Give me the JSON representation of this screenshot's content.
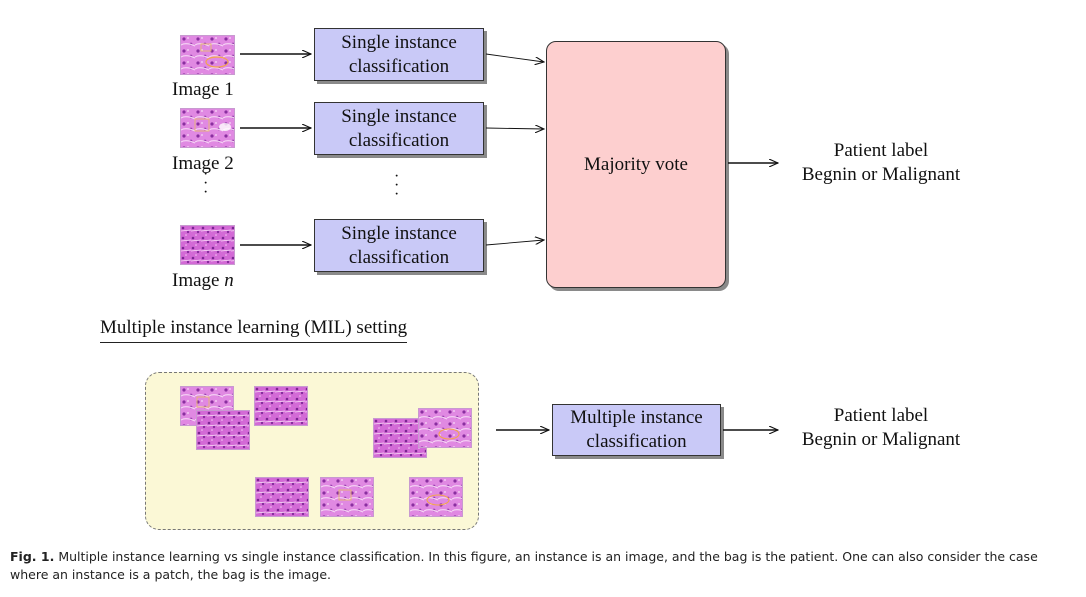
{
  "top": {
    "image_labels": [
      "Image 1",
      "Image 2",
      "Image n"
    ],
    "image_n_prefix": "Image ",
    "image_n_var": "n",
    "single_instance_label": "Single instance classification",
    "majority_vote": "Majority vote",
    "patient_label_line1": "Patient label",
    "patient_label_line2": "Begnin or Malignant"
  },
  "mil": {
    "title": "Multiple instance learning (MIL) setting",
    "classifier": "Multiple instance classification",
    "patient_label_line1": "Patient label",
    "patient_label_line2": "Begnin or Malignant"
  },
  "caption": {
    "prefix": "Fig. 1.",
    "text": "Multiple instance learning vs single instance classification. In this figure, an instance is an image, and the bag is the patient. One can also consider the case where an instance is a patch, the bag is the image."
  },
  "colors": {
    "classifier_fill": "#c9c9f7",
    "vote_fill": "#fdcfcf",
    "bag_fill": "#fbf8d6",
    "tissue": "#d765d9"
  }
}
